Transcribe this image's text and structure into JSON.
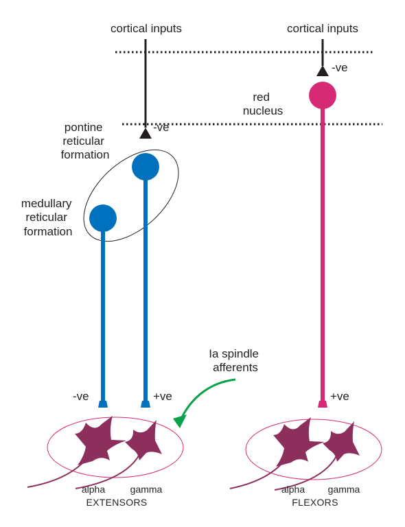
{
  "labels": {
    "cortical_inputs_left": "cortical inputs",
    "cortical_inputs_right": "cortical inputs",
    "red_nucleus": [
      "red",
      "nucleus"
    ],
    "pontine": [
      "pontine",
      "reticular",
      "formation"
    ],
    "medullary": [
      "medullary",
      "reticular",
      "formation"
    ],
    "ve_pontine": "-ve",
    "ve_red": "-ve",
    "ve_alpha_ext": "-ve",
    "ve_gamma_ext": "+ve",
    "ve_flex": "+ve",
    "ia_afferents": [
      "Ia spindle",
      "afferents"
    ],
    "ext_alpha": "alpha",
    "ext_gamma": "gamma",
    "extensors": "EXTENSORS",
    "flex_alpha": "alpha",
    "flex_gamma": "gamma",
    "flexors": "FLEXORS"
  },
  "colors": {
    "cortical": "#231f20",
    "reticulospinal": "#0071bc",
    "rubrospinal": "#d62a75",
    "ia_afferent": "#0aa14b",
    "motoneuron": "#8c2f5d",
    "pool_outline": "#d62a75",
    "text": "#231f20"
  }
}
